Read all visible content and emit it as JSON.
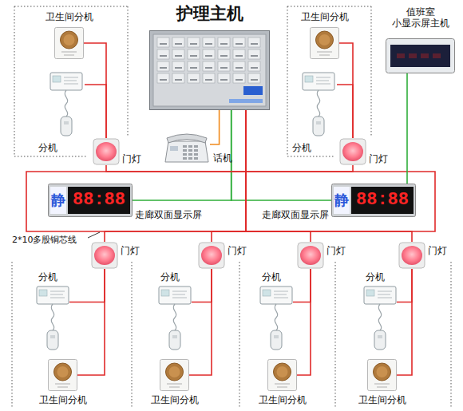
{
  "diagram": {
    "nodes": [
      {
        "text": [
          "护理主机"
        ]
      },
      {
        "text": [
          "话机"
        ]
      },
      {
        "text": [
          "值班室 小显示屏主机"
        ]
      },
      {
        "text": [
          "卫生间分机"
        ]
      },
      {
        "text": [
          "分机"
        ]
      },
      {
        "text": [
          "门灯"
        ]
      },
      {
        "text": [
          "卫生间分机"
        ]
      },
      {
        "text": [
          "分机"
        ]
      },
      {
        "text": [
          "门灯"
        ]
      },
      {
        "text": [
          "静",
          "88:88",
          "走廊双面显示屏"
        ]
      },
      {
        "text": [
          "静",
          "88:88",
          "走廊双面显示屏"
        ]
      },
      {
        "text": [
          "门灯"
        ]
      },
      {
        "text": [
          "分机"
        ]
      },
      {
        "text": [
          "卫生间分机"
        ]
      },
      {
        "text": [
          "门灯"
        ]
      },
      {
        "text": [
          "分机"
        ]
      },
      {
        "text": [
          "卫生间分机"
        ]
      },
      {
        "text": [
          "门灯"
        ]
      },
      {
        "text": [
          "分机"
        ]
      },
      {
        "text": [
          "卫生间分机"
        ]
      },
      {
        "text": [
          "门灯"
        ]
      },
      {
        "text": [
          "分机"
        ]
      },
      {
        "text": [
          "卫生间分机"
        ]
      }
    ],
    "edges": [
      {
        "from": 0,
        "to": 1,
        "arrow": "none"
      },
      {
        "from": 0,
        "to": 9,
        "arrow": "none"
      },
      {
        "from": 0,
        "to": 10,
        "arrow": "none"
      },
      {
        "from": 2,
        "to": 10,
        "arrow": "none"
      },
      {
        "from": 3,
        "to": 5,
        "arrow": "none"
      },
      {
        "from": 4,
        "to": 5,
        "arrow": "none"
      },
      {
        "from": 5,
        "to": 0,
        "arrow": "none"
      },
      {
        "from": 6,
        "to": 8,
        "arrow": "none"
      },
      {
        "from": 7,
        "to": 8,
        "arrow": "none"
      },
      {
        "from": 8,
        "to": 0,
        "arrow": "none"
      },
      {
        "from": 12,
        "to": 11,
        "arrow": "none"
      },
      {
        "from": 13,
        "to": 11,
        "arrow": "none"
      },
      {
        "from": 11,
        "to": 0,
        "arrow": "none"
      },
      {
        "from": 15,
        "to": 14,
        "arrow": "none"
      },
      {
        "from": 16,
        "to": 14,
        "arrow": "none"
      },
      {
        "from": 14,
        "to": 0,
        "arrow": "none"
      },
      {
        "from": 18,
        "to": 17,
        "arrow": "none"
      },
      {
        "from": 19,
        "to": 17,
        "arrow": "none"
      },
      {
        "from": 17,
        "to": 0,
        "arrow": "none"
      },
      {
        "from": 21,
        "to": 20,
        "arrow": "none"
      },
      {
        "from": 22,
        "to": 20,
        "arrow": "none"
      },
      {
        "from": 20,
        "to": 0,
        "arrow": "none"
      }
    ],
    "labels": [
      "2*10多股铜芯线"
    ]
  }
}
